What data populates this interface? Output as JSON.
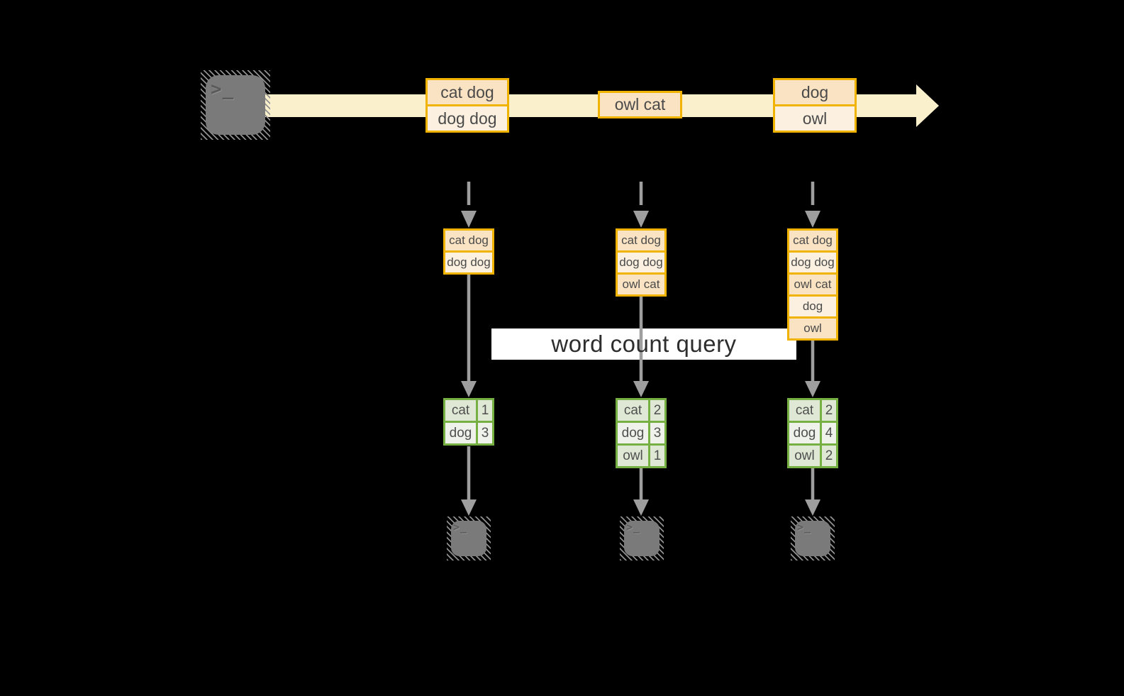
{
  "query_band": {
    "label": "word count query",
    "background": "#FFFFFF",
    "text_color": "#2D2D2D"
  },
  "stream": {
    "direction": "left-to-right",
    "event_groups": [
      {
        "rows": [
          "cat dog",
          "dog dog"
        ]
      },
      {
        "rows": [
          "owl cat"
        ]
      },
      {
        "rows": [
          "dog",
          "owl"
        ]
      }
    ]
  },
  "tasks": [
    {
      "buffer": [
        "cat dog",
        "dog dog"
      ],
      "counts": [
        {
          "word": "cat",
          "count": "1"
        },
        {
          "word": "dog",
          "count": "3"
        }
      ]
    },
    {
      "buffer": [
        "cat dog",
        "dog dog",
        "owl cat"
      ],
      "counts": [
        {
          "word": "cat",
          "count": "2"
        },
        {
          "word": "dog",
          "count": "3"
        },
        {
          "word": "owl",
          "count": "1"
        }
      ]
    },
    {
      "buffer": [
        "cat dog",
        "dog dog",
        "owl cat",
        "dog",
        "owl"
      ],
      "counts": [
        {
          "word": "cat",
          "count": "2"
        },
        {
          "word": "dog",
          "count": "4"
        },
        {
          "word": "owl",
          "count": "2"
        }
      ]
    }
  ],
  "icons": {
    "source_terminal": "terminal-icon",
    "sink_terminal": "terminal-icon",
    "prompt_glyph": ">_"
  },
  "colors": {
    "background": "#000000",
    "stream_band": "#FAF0CC",
    "event_border": "#F0B400",
    "event_fill_dark": "#FAE3C3",
    "event_fill_light": "#FCF1E0",
    "table_border": "#76B043",
    "table_fill_dark": "#DFE8D4",
    "table_fill_light": "#EFF2EA",
    "arrow_gray": "#9E9E9E",
    "terminal_gray": "#7A7A7A"
  }
}
